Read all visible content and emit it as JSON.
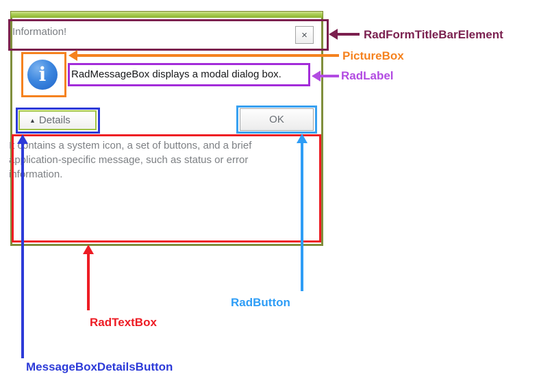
{
  "window": {
    "title": "Information!",
    "close_glyph": "×",
    "info_glyph": "i",
    "message": "RadMessageBox displays a modal dialog box.",
    "details_button_arrow": "▲",
    "details_button_label": "Details",
    "ok_button_label": "OK",
    "details_text": "It contains a system icon, a set of buttons, and a brief\napplication-specific message, such as status or error\ninformation."
  },
  "annotations": {
    "titlebar": {
      "label": "RadFormTitleBarElement",
      "color": "#7b2150"
    },
    "picturebox": {
      "label": "PictureBox",
      "color": "#f5821f"
    },
    "radlabel": {
      "label": "RadLabel",
      "color": "#b24be2"
    },
    "radbutton": {
      "label": "RadButton",
      "color": "#2e9df6"
    },
    "radtextbox": {
      "label": "RadTextBox",
      "color": "#ed1c24"
    },
    "detailsbutton": {
      "label": "MessageBoxDetailsButton",
      "color": "#2d3bd8"
    }
  },
  "colors": {
    "form_border": "#7f8e3c",
    "form_top_strip": "#8db32f",
    "info_icon": "#2f76d6",
    "details_button_border": "#a2c445",
    "title_text": "#7a7d82",
    "body_text": "#7d8084"
  }
}
